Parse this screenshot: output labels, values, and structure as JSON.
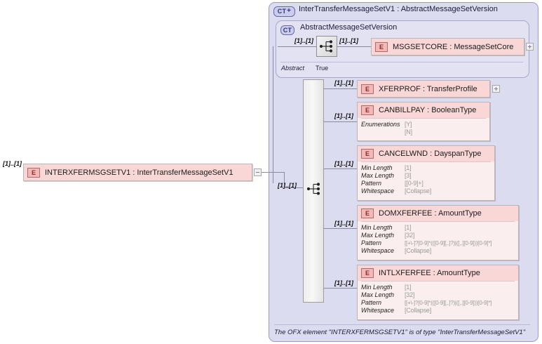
{
  "diagram": {
    "type": "xml-schema-element-diagram",
    "root_element": {
      "badge": "E",
      "label": "INTERXFERMSGSETV1 : InterTransferMessageSetV1",
      "occurrence": "[1]..[1]",
      "expander": "minus"
    },
    "complex_type_outer": {
      "badge": "CT",
      "badge_plus": "+",
      "title": "InterTransferMessageSetV1 : AbstractMessageSetVersion"
    },
    "complex_type_inner": {
      "badge": "CT",
      "title": "AbstractMessageSetVersion",
      "sequence_occurrence": "[1]..[1]",
      "abstract_key": "Abstract",
      "abstract_value": "True",
      "child": {
        "badge": "E",
        "label": "MSGSETCORE : MessageSetCore",
        "occurrence": "[1]..[1]",
        "expander": "plus"
      }
    },
    "model_group": {
      "icon": "sequence-icon",
      "occurrence": "[1]..[1]"
    },
    "children": [
      {
        "badge": "E",
        "label": "XFERPROF : TransferProfile",
        "occurrence": "[1]..[1]",
        "expander": "plus",
        "facets": []
      },
      {
        "badge": "E",
        "label": "CANBILLPAY : BooleanType",
        "occurrence": "[1]..[1]",
        "expander": null,
        "facets": [
          {
            "key": "Enumerations",
            "value": "[Y]"
          },
          {
            "key": "",
            "value": "[N]"
          }
        ]
      },
      {
        "badge": "E",
        "label": "CANCELWND : DayspanType",
        "occurrence": "[1]..[1]",
        "expander": null,
        "facets": [
          {
            "key": "Min Length",
            "value": "[1]"
          },
          {
            "key": "Max Length",
            "value": "[3]"
          },
          {
            "key": "Pattern",
            "value": "[[0-9]+]"
          },
          {
            "key": "Whitespace",
            "value": "[Collapse]"
          }
        ]
      },
      {
        "badge": "E",
        "label": "DOMXFERFEE : AmountType",
        "occurrence": "[1]..[1]",
        "expander": null,
        "facets": [
          {
            "key": "Min Length",
            "value": "[1]"
          },
          {
            "key": "Max Length",
            "value": "[32]"
          },
          {
            "key": "Pattern",
            "value": "[[+\\-]?[0-9]*(([0-9][,.]?)|([,.][0-9]))[0-9]*]"
          },
          {
            "key": "Whitespace",
            "value": "[Collapse]"
          }
        ]
      },
      {
        "badge": "E",
        "label": "INTLXFERFEE : AmountType",
        "occurrence": "[1]..[1]",
        "expander": null,
        "facets": [
          {
            "key": "Min Length",
            "value": "[1]"
          },
          {
            "key": "Max Length",
            "value": "[32]"
          },
          {
            "key": "Pattern",
            "value": "[[+\\-]?[0-9]*(([0-9][,.]?)|([,.][0-9]))[0-9]*]"
          },
          {
            "key": "Whitespace",
            "value": "[Collapse]"
          }
        ]
      }
    ],
    "footer_note": "The OFX element \"INTERXFERMSGSETV1\" is of type \"InterTransferMessageSetV1\""
  },
  "colors": {
    "container_fill": "#dcdcf0",
    "container_border": "#9a9ac8",
    "element_fill": "#fbeeee",
    "element_header": "#fad7d7",
    "badge_red": "#f3b8b8",
    "badge_blue": "#ccccec",
    "facet_value": "#9a9a9a",
    "line": "#8a8a9c"
  }
}
